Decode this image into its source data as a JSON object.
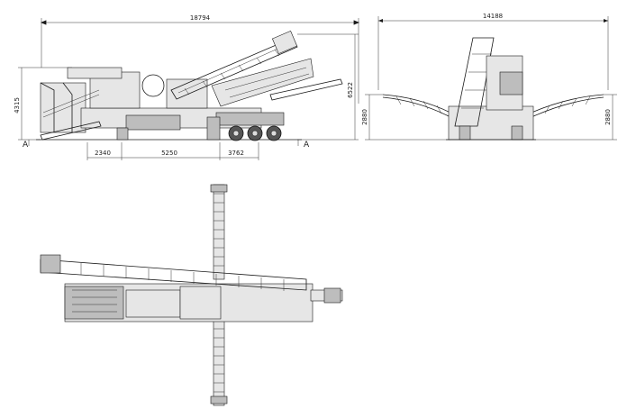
{
  "views": {
    "side": {
      "dimensions": {
        "overall_length": "18794",
        "height_left": "4315",
        "height_right": "6522",
        "seg1": "2340",
        "seg2": "5250",
        "seg3": "3762"
      },
      "section_marker": "A"
    },
    "end": {
      "dimensions": {
        "overall_width": "14188",
        "height_left": "2880",
        "height_right": "2880"
      }
    }
  }
}
